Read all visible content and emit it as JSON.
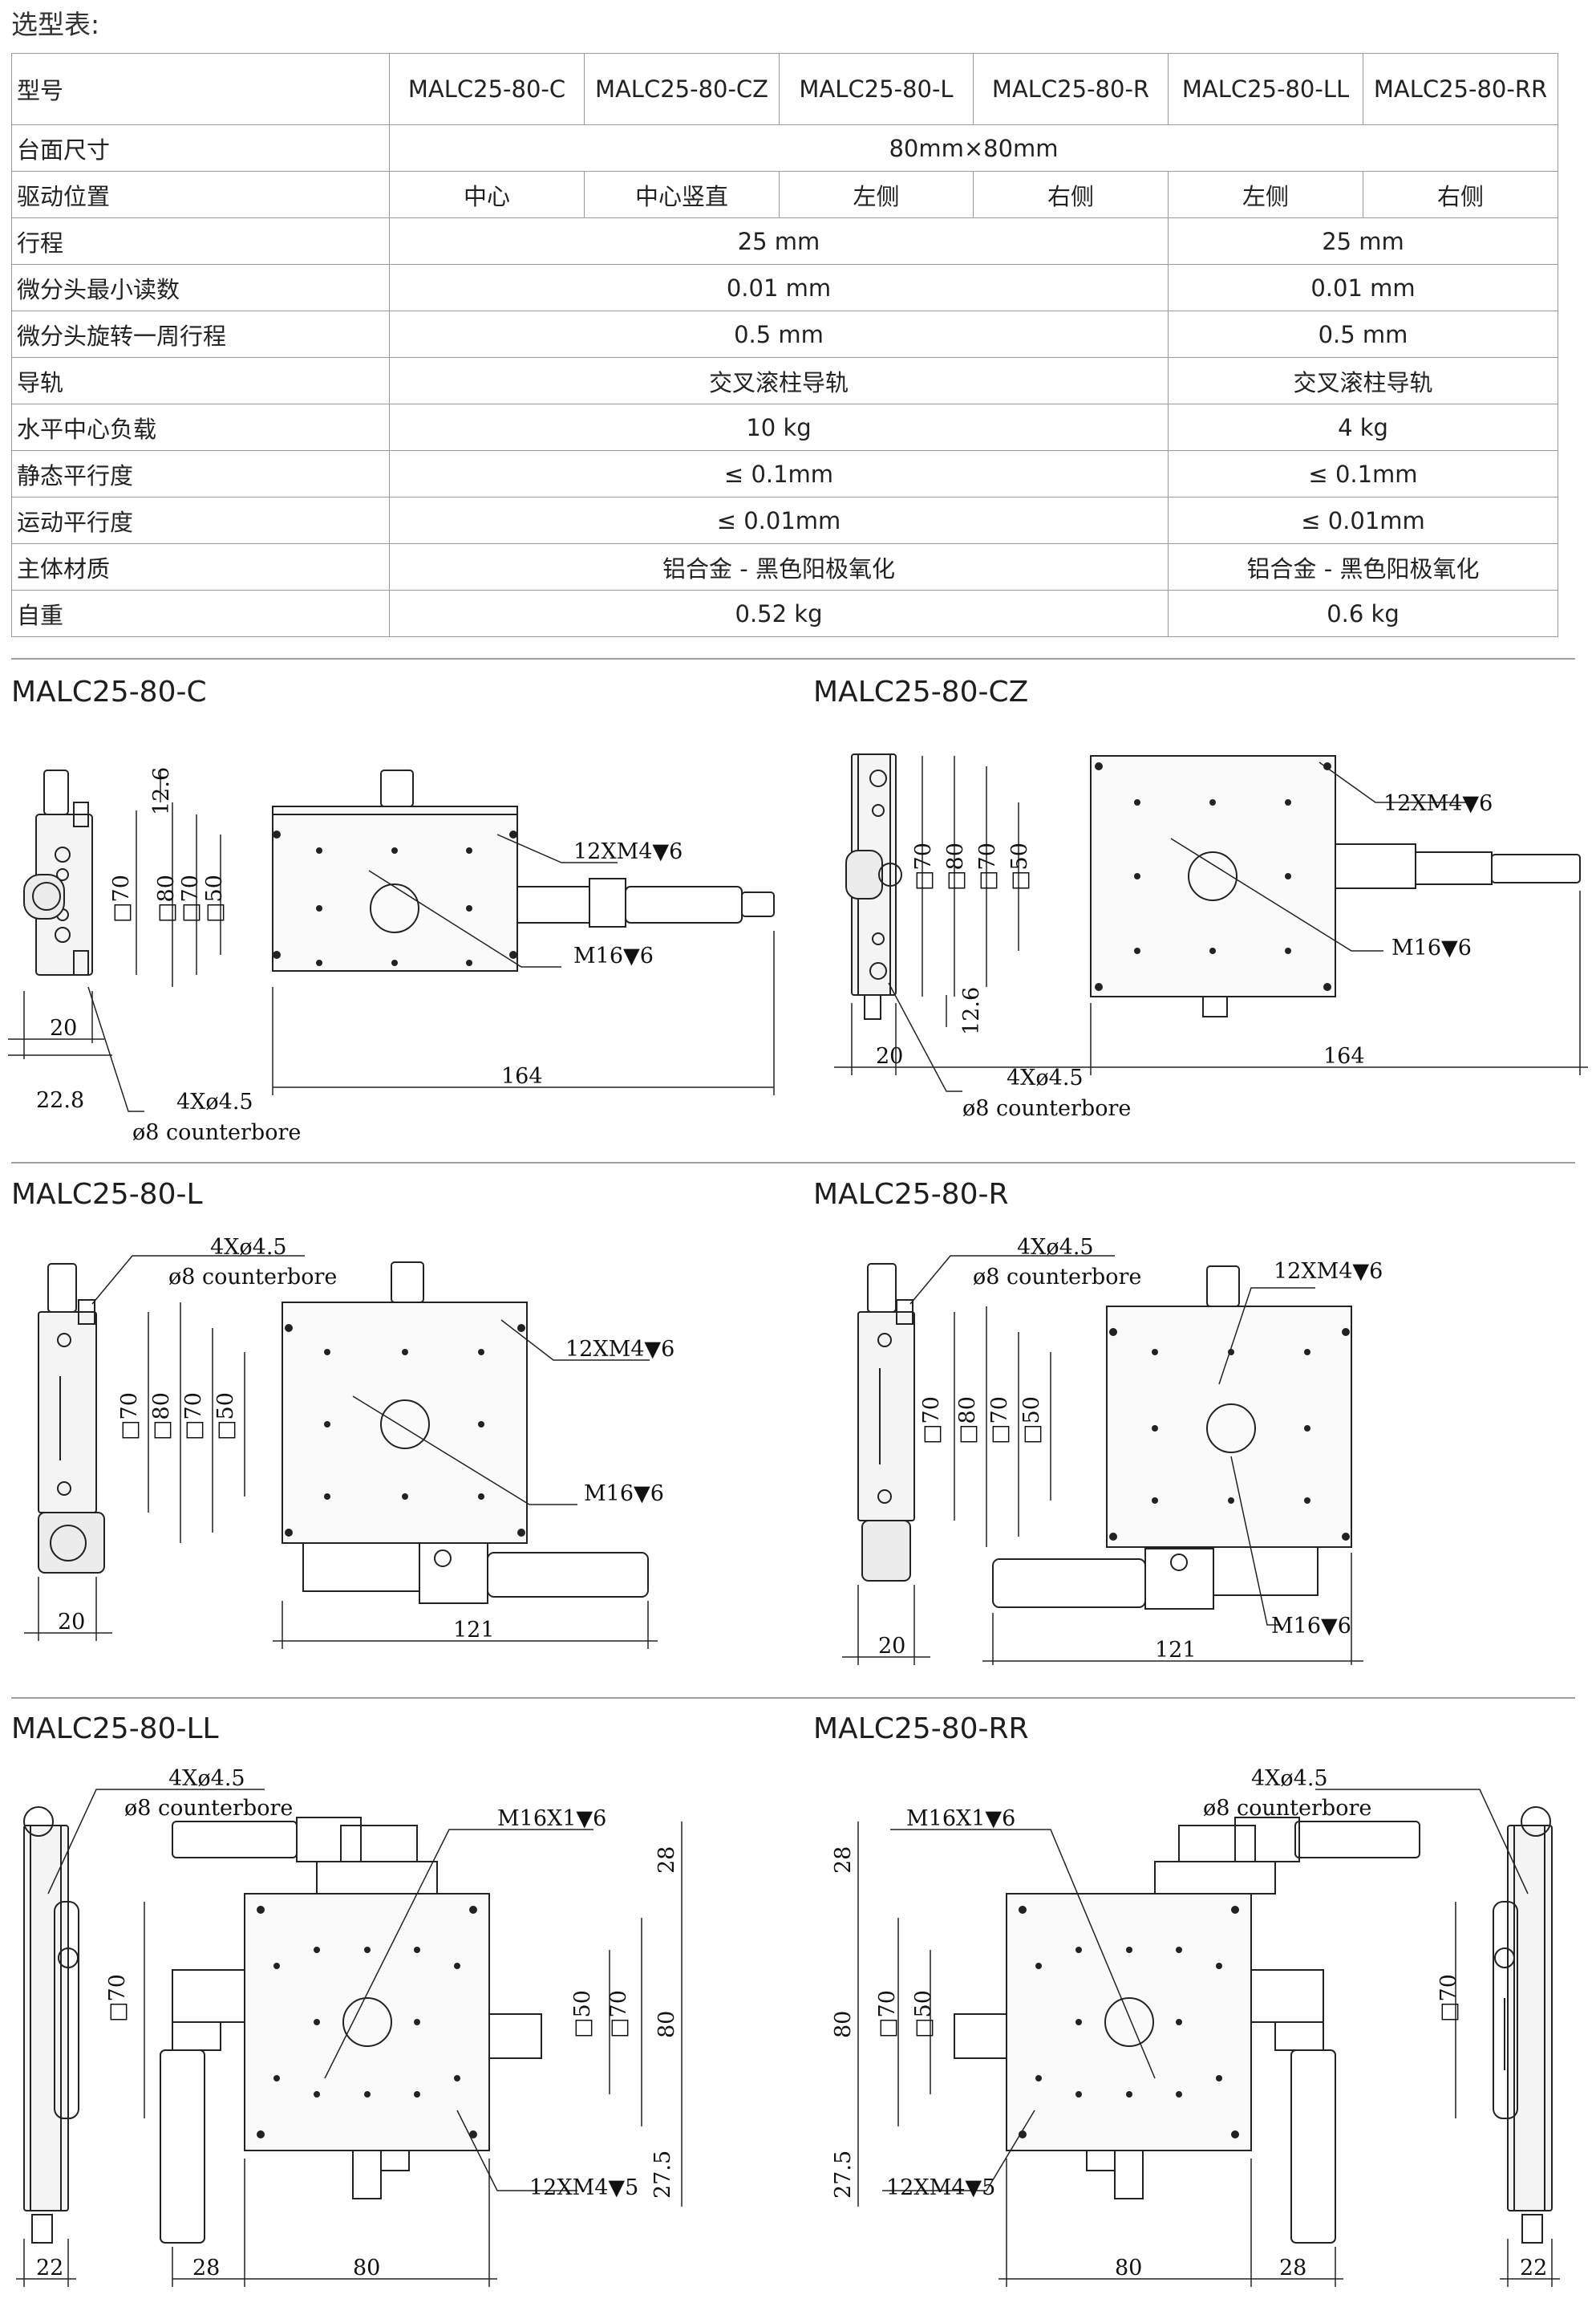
{
  "page": {
    "heading": "选型表:"
  },
  "spec_table": {
    "header": [
      "型号",
      "MALC25-80-C",
      "MALC25-80-CZ",
      "MALC25-80-L",
      "MALC25-80-R",
      "MALC25-80-LL",
      "MALC25-80-RR"
    ],
    "rows": {
      "table_size": {
        "label": "台面尺寸",
        "value": "80mm×80mm"
      },
      "drive_position": {
        "label": "驱动位置",
        "values": [
          "中心",
          "中心竖直",
          "左侧",
          "右侧",
          "左侧",
          "右侧"
        ]
      },
      "travel": {
        "label": "行程",
        "single": "25 mm",
        "double": "25 mm"
      },
      "min_reading": {
        "label": "微分头最小读数",
        "single": "0.01 mm",
        "double": "0.01 mm"
      },
      "travel_per_rev": {
        "label": "微分头旋转一周行程",
        "single": "0.5 mm",
        "double": "0.5 mm"
      },
      "guide": {
        "label": "导轨",
        "single": "交叉滚柱导轨",
        "double": "交叉滚柱导轨"
      },
      "load": {
        "label": "水平中心负载",
        "single": "10 kg",
        "double": "4 kg"
      },
      "static_parallelism": {
        "label": "静态平行度",
        "single": "≤ 0.1mm",
        "double": "≤ 0.1mm"
      },
      "motion_parallelism": {
        "label": "运动平行度",
        "single": "≤ 0.01mm",
        "double": "≤ 0.01mm"
      },
      "material": {
        "label": "主体材质",
        "single": "铝合金 - 黑色阳极氧化",
        "double": "铝合金 - 黑色阳极氧化"
      },
      "weight": {
        "label": "自重",
        "single": "0.52 kg",
        "double": "0.6 kg"
      }
    }
  },
  "drawings": {
    "c": {
      "title": "MALC25-80-C",
      "dims": {
        "top": "12.6",
        "d70": "□70",
        "d80": "□80",
        "d70b": "□70",
        "d50": "□50",
        "holes": "12XM4▼6",
        "center": "M16▼6",
        "w20": "20",
        "w228": "22.8",
        "w164": "164",
        "mount": "4Xø4.5",
        "cb": "ø8 counterbore"
      }
    },
    "cz": {
      "title": "MALC25-80-CZ",
      "dims": {
        "holes": "12XM4▼6",
        "center": "M16▼6",
        "d70": "□70",
        "d80": "□80",
        "d70b": "□70",
        "d50": "□50",
        "side": "12.6",
        "w20": "20",
        "w164": "164",
        "mount": "4Xø4.5",
        "cb": "ø8 counterbore"
      }
    },
    "l": {
      "title": "MALC25-80-L",
      "dims": {
        "mount": "4Xø4.5",
        "cb": "ø8 counterbore",
        "holes": "12XM4▼6",
        "center": "M16▼6",
        "d70": "□70",
        "d80": "□80",
        "d70b": "□70",
        "d50": "□50",
        "w20": "20",
        "w121": "121"
      }
    },
    "r": {
      "title": "MALC25-80-R",
      "dims": {
        "mount": "4Xø4.5",
        "cb": "ø8 counterbore",
        "holes": "12XM4▼6",
        "center": "M16▼6",
        "d70": "□70",
        "d80": "□80",
        "d70b": "□70",
        "d50": "□50",
        "w20": "20",
        "w121": "121"
      }
    },
    "ll": {
      "title": "MALC25-80-LL",
      "dims": {
        "mount": "4Xø4.5",
        "cb": "ø8 counterbore",
        "center": "M16X1▼6",
        "holes": "12XM4▼5",
        "d28": "28",
        "d50": "□50",
        "d70": "□70",
        "d80": "80",
        "d275": "27.5",
        "d70s": "□70",
        "w22": "22",
        "w28": "28",
        "w80": "80"
      }
    },
    "rr": {
      "title": "MALC25-80-RR",
      "dims": {
        "mount": "4Xø4.5",
        "cb": "ø8 counterbore",
        "center": "M16X1▼6",
        "holes": "12XM4▼5",
        "d28": "28",
        "d50": "□50",
        "d70": "□70",
        "d80": "80",
        "d275": "27.5",
        "d70s": "□70",
        "w22": "22",
        "w28": "28",
        "w80": "80"
      }
    }
  }
}
